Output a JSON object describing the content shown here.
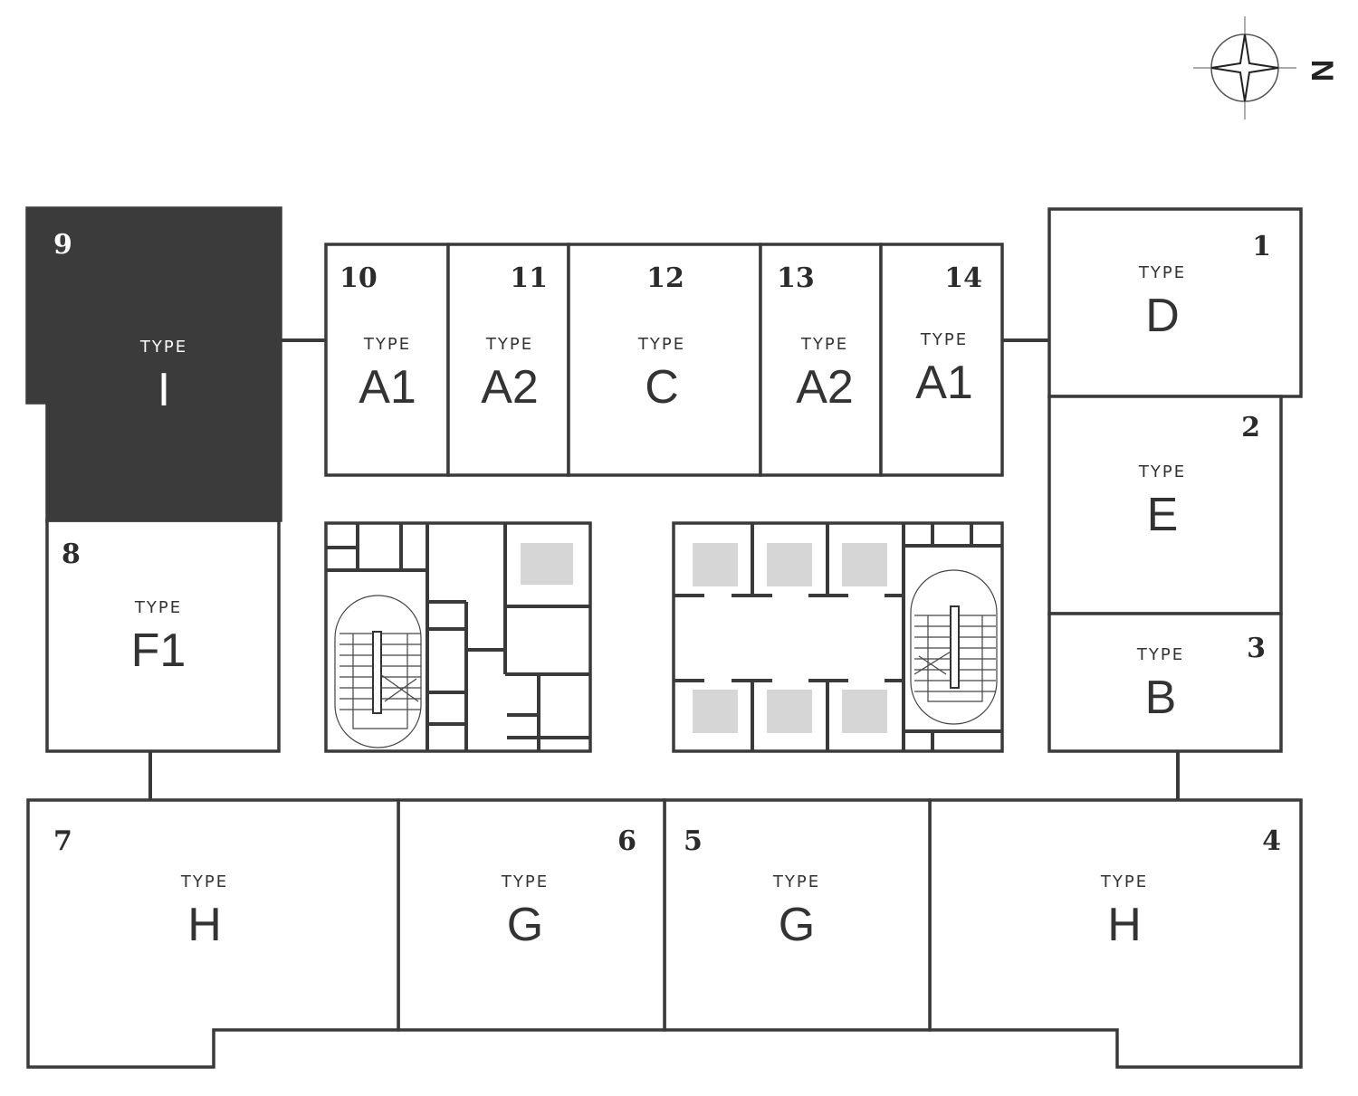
{
  "compass": {
    "label": "N",
    "icon": "north-arrow-icon"
  },
  "colors": {
    "highlight": "#3b3b3b",
    "wall": "#3a3a3a",
    "lift": "#d6d6d6"
  },
  "units": [
    {
      "number": "1",
      "type_label": "TYPE",
      "type": "D",
      "selected": false
    },
    {
      "number": "2",
      "type_label": "TYPE",
      "type": "E",
      "selected": false
    },
    {
      "number": "3",
      "type_label": "TYPE",
      "type": "B",
      "selected": false
    },
    {
      "number": "4",
      "type_label": "TYPE",
      "type": "H",
      "selected": false
    },
    {
      "number": "5",
      "type_label": "TYPE",
      "type": "G",
      "selected": false
    },
    {
      "number": "6",
      "type_label": "TYPE",
      "type": "G",
      "selected": false
    },
    {
      "number": "7",
      "type_label": "TYPE",
      "type": "H",
      "selected": false
    },
    {
      "number": "8",
      "type_label": "TYPE",
      "type": "F1",
      "selected": false
    },
    {
      "number": "9",
      "type_label": "TYPE",
      "type": "I",
      "selected": true
    },
    {
      "number": "10",
      "type_label": "TYPE",
      "type": "A1",
      "selected": false
    },
    {
      "number": "11",
      "type_label": "TYPE",
      "type": "A2",
      "selected": false
    },
    {
      "number": "12",
      "type_label": "TYPE",
      "type": "C",
      "selected": false
    },
    {
      "number": "13",
      "type_label": "TYPE",
      "type": "A2",
      "selected": false
    },
    {
      "number": "14",
      "type_label": "TYPE",
      "type": "A1",
      "selected": false
    }
  ]
}
